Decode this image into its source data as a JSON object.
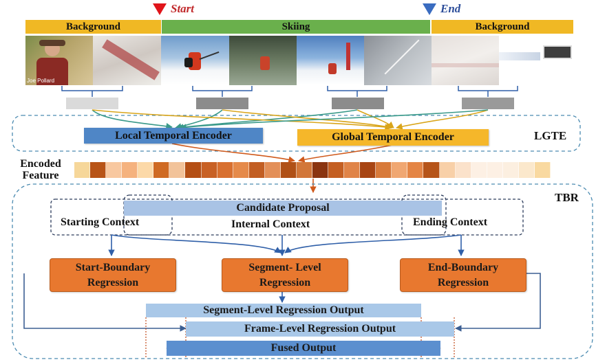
{
  "markers": {
    "start": "Start",
    "end": "End",
    "start_color": "#e0141a",
    "end_color": "#3a6cc0"
  },
  "timeline": {
    "segments": [
      {
        "label": "Background",
        "color": "#f0b824"
      },
      {
        "label": "Skiing",
        "color": "#6ab04c"
      },
      {
        "label": "Background",
        "color": "#f0b824"
      }
    ]
  },
  "frames": {
    "caption": "Joe Pollard"
  },
  "lgte": {
    "label": "LGTE",
    "local_encoder": "Local Temporal Encoder",
    "local_color": "#4f86c6",
    "global_encoder": "Global Temporal Encoder",
    "global_color": "#f5b72a"
  },
  "encoded_feature": {
    "label_line1": "Encoded",
    "label_line2": "Feature",
    "cell_colors": [
      "#f6d79a",
      "#b85417",
      "#f8c8a0",
      "#f5b27e",
      "#fcd9a8",
      "#cf6a23",
      "#f2c39a",
      "#b44f15",
      "#c86125",
      "#d87030",
      "#e58a4a",
      "#c25e23",
      "#e38f58",
      "#b05016",
      "#d2773a",
      "#8a3410",
      "#c45f22",
      "#e08448",
      "#a84513",
      "#d87a3a",
      "#f0a772",
      "#e48545",
      "#b65419",
      "#f8d0a8",
      "#fbe2cb",
      "#fdf0e4",
      "#fdf0e4",
      "#fcefe0",
      "#fbe8cc",
      "#f9d9a0"
    ]
  },
  "tbr": {
    "label": "TBR",
    "candidate_proposal": "Candidate Proposal",
    "internal_context": "Internal Context",
    "starting_context": "Starting Context",
    "ending_context": "Ending Context",
    "start_regression": [
      "Start-Boundary",
      "Regression"
    ],
    "segment_regression": [
      "Segment- Level",
      "Regression"
    ],
    "end_regression": [
      "End-Boundary",
      "Regression"
    ],
    "segment_output": "Segment-Level Regression Output",
    "frame_output": "Frame-Level Regression Output",
    "fused_output": "Fused Output"
  }
}
